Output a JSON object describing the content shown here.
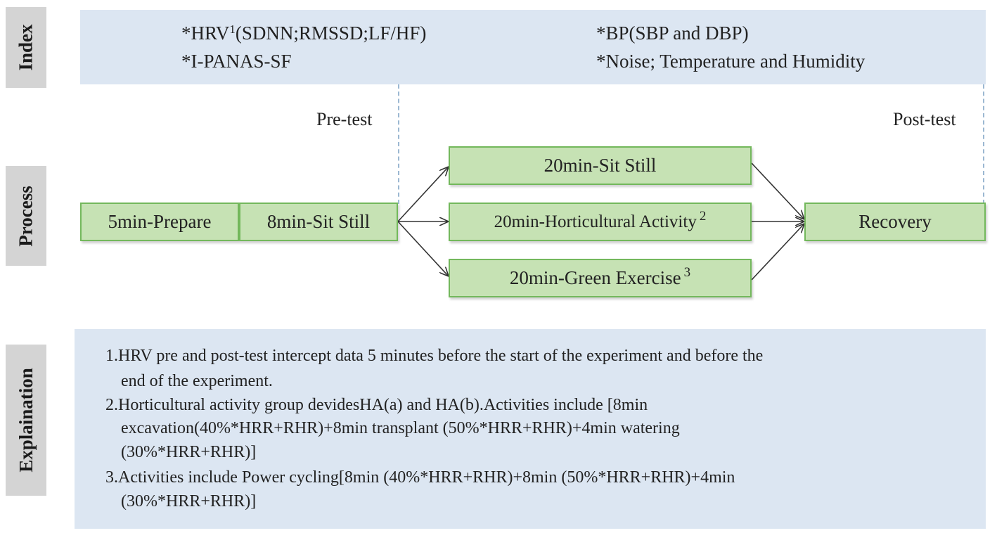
{
  "labels": {
    "index": "Index",
    "process": "Process",
    "explanation": "Explaination"
  },
  "index": {
    "hrv_prefix": "*HRV",
    "hrv_sup": "1",
    "hrv_suffix": "(SDNN;RMSSD;LF/HF)",
    "ipanas": "*I-PANAS-SF",
    "bp": "*BP(SBP and DBP)",
    "noise": "*Noise; Temperature and Humidity"
  },
  "process": {
    "pretest": "Pre-test",
    "posttest": "Post-test",
    "prepare": "5min-Prepare",
    "sit_still_8": "8min-Sit Still",
    "sit_still_20": "20min-Sit Still",
    "horticultural": "20min-Horticultural Activity",
    "horticultural_sup": "2",
    "green": "20min-Green Exercise",
    "green_sup": "3",
    "recovery": "Recovery"
  },
  "explanation": {
    "l1": "1.HRV pre and post-test intercept data 5 minutes before the start of the experiment and before the",
    "l2": "end of the experiment.",
    "l3": "2.Horticultural activity group devidesHA(a) and HA(b).Activities include [8min",
    "l4": "excavation(40%*HRR+RHR)+8min transplant (50%*HRR+RHR)+4min watering",
    "l5": "(30%*HRR+RHR)]",
    "l6": "3.Activities include Power cycling[8min (40%*HRR+RHR)+8min (50%*HRR+RHR)+4min",
    "l7": "(30%*HRR+RHR)]"
  },
  "colors": {
    "panel": "#dce6f2",
    "box_fill": "#c6e2b4",
    "box_border": "#73b85c",
    "label_bg": "#d4d4d4"
  }
}
